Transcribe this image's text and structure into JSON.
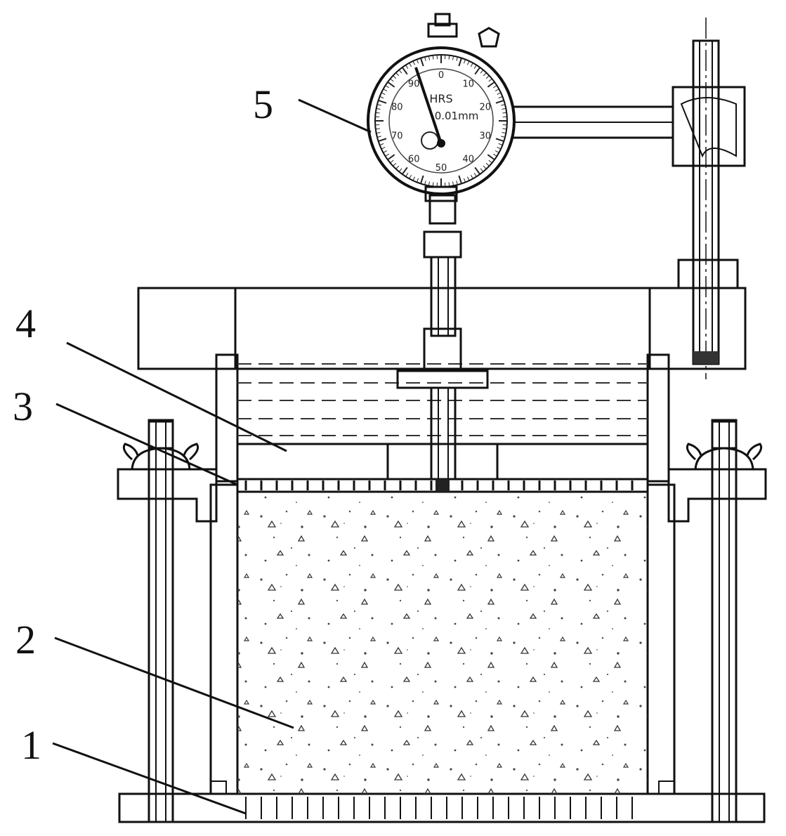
{
  "labels": [
    {
      "id": "1",
      "text": "1"
    },
    {
      "id": "2",
      "text": "2"
    },
    {
      "id": "3",
      "text": "3"
    },
    {
      "id": "4",
      "text": "4"
    },
    {
      "id": "5",
      "text": "5"
    }
  ],
  "dial": {
    "brand": "HRS",
    "resolution": "0.01mm",
    "numbers": [
      "0",
      "10",
      "20",
      "30",
      "40",
      "50",
      "60",
      "70",
      "80",
      "90"
    ]
  },
  "colors": {
    "ink": "#111111",
    "background": "#ffffff"
  }
}
